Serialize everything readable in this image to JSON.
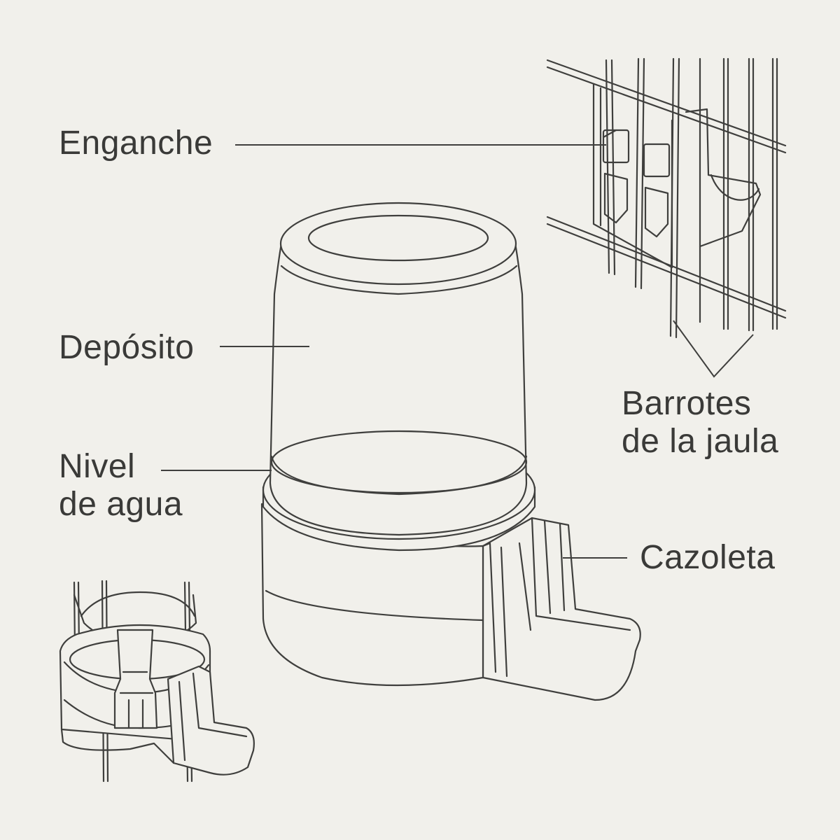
{
  "labels": {
    "enganche": "Enganche",
    "deposito": "Depósito",
    "nivel_line1": "Nivel",
    "nivel_line2": "de agua",
    "barrotes_line1": "Barrotes",
    "barrotes_line2": "de la jaula",
    "cazoleta": "Cazoleta"
  },
  "colors": {
    "background": "#f1f0eb",
    "line": "#3f3f3d",
    "text": "#3a3a38"
  }
}
